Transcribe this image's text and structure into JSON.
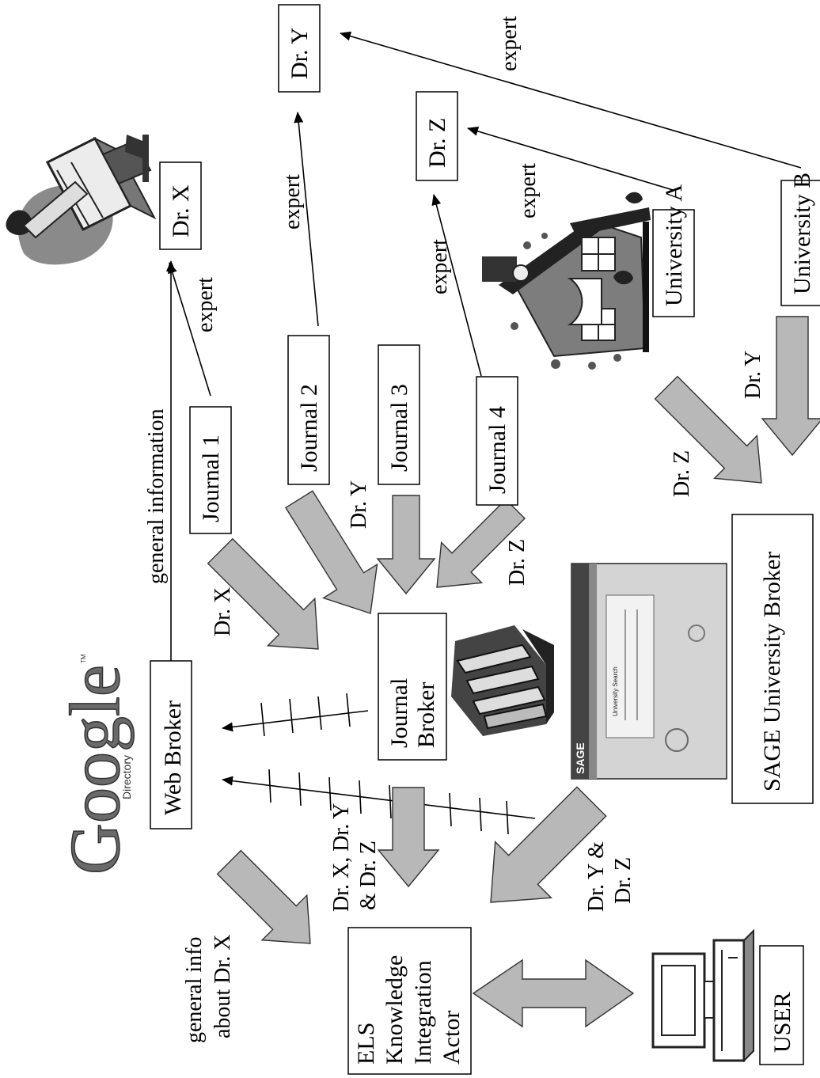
{
  "nodes": {
    "dr_x": "Dr. X",
    "dr_y": "Dr. Y",
    "dr_z": "Dr. Z",
    "journal_1": "Journal 1",
    "journal_2": "Journal 2",
    "journal_3": "Journal 3",
    "journal_4": "Journal 4",
    "university_a": "University A",
    "university_b": "University B",
    "web_broker": "Web Broker",
    "journal_broker_1": "Journal",
    "journal_broker_2": "Broker",
    "sage_broker": "SAGE University Broker",
    "els_1": "ELS",
    "els_2": "Knowledge",
    "els_3": "Integration",
    "els_4": "Actor",
    "user": "USER"
  },
  "edge_labels": {
    "expert_j1": "expert",
    "expert_j2": "expert",
    "expert_j4": "expert",
    "expert_ua": "expert",
    "expert_ub": "expert",
    "general_information": "general information",
    "dr_x_flow": "Dr. X",
    "dr_y_flow": "Dr. Y",
    "dr_z_flow": "Dr. Z",
    "sage_dr_z": "Dr. Z",
    "sage_dr_y": "Dr. Y",
    "jb_to_els_1": "Dr. X, Dr. Y",
    "jb_to_els_2": "& Dr.  Z",
    "sage_to_els_1": "Dr. Y &",
    "sage_to_els_2": "Dr.  Z",
    "web_to_els_1": "general info",
    "web_to_els_2": "about Dr. X"
  },
  "logo": {
    "google": "Google",
    "directory": "Directory",
    "tm": "TM"
  },
  "screenshot_text": {
    "sage": "SAGE",
    "search_title": "University Search"
  },
  "colors": {
    "arrow_fill": "#b8b8b8",
    "box_stroke": "#000000"
  }
}
